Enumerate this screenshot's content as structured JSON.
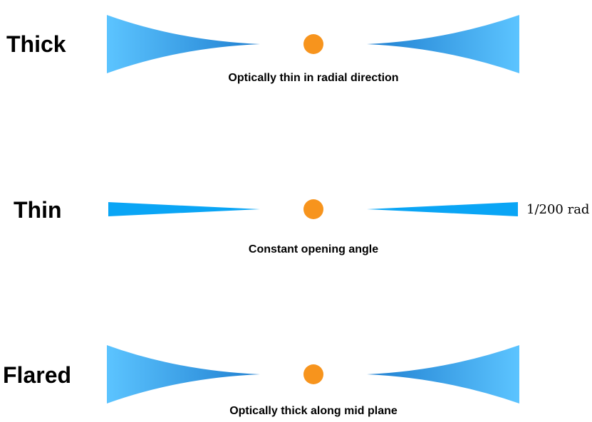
{
  "colors": {
    "disk_outer": "#5cc4ff",
    "disk_inner": "#1f7fd0",
    "thin_disk": "#0aa5f5",
    "star": "#f7941d"
  },
  "rows": [
    {
      "label": "Thick",
      "caption": "Optically thin in radial direction"
    },
    {
      "label": "Thin",
      "caption": "Constant opening angle",
      "annotation": "1/200 rad"
    },
    {
      "label": "Flared",
      "caption": "Optically thick along mid plane"
    }
  ]
}
